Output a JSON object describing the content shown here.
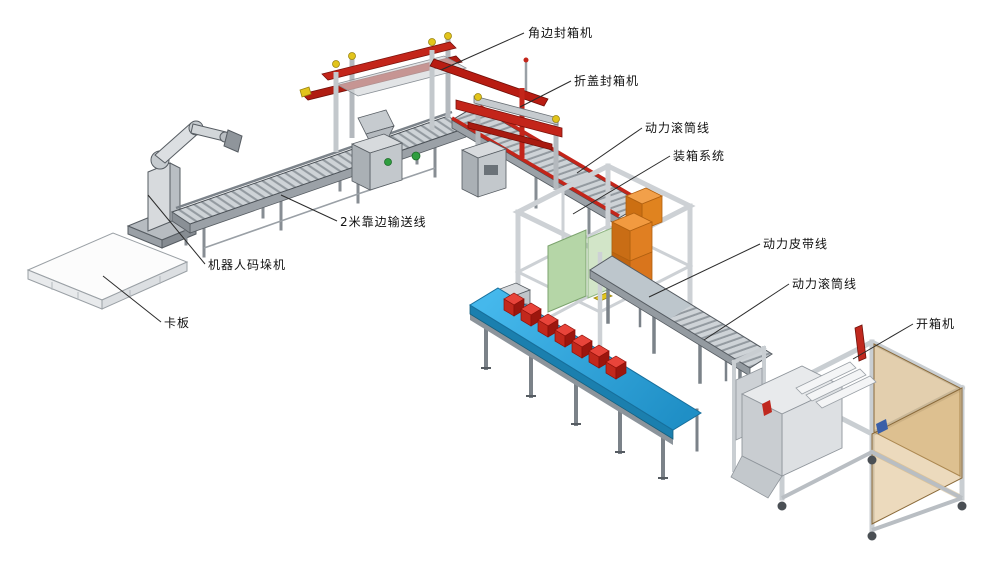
{
  "diagram": {
    "labels": [
      {
        "id": "corner-sealer",
        "text": "角边封箱机"
      },
      {
        "id": "flap-sealer",
        "text": "折盖封箱机"
      },
      {
        "id": "power-roller-line-top",
        "text": "动力滚筒线"
      },
      {
        "id": "case-packing-system",
        "text": "装箱系统"
      },
      {
        "id": "power-belt-line",
        "text": "动力皮带线"
      },
      {
        "id": "power-roller-line-right",
        "text": "动力滚筒线"
      },
      {
        "id": "carton-erector",
        "text": "开箱机"
      },
      {
        "id": "edge-conveyor-2m",
        "text": "2米靠边输送线"
      },
      {
        "id": "robot-palletizer",
        "text": "机器人码垛机"
      },
      {
        "id": "pallet",
        "text": "卡板"
      }
    ],
    "colors": {
      "background": "#ffffff",
      "machine_red": "#c3251a",
      "belt_blue": "#2ba7e0",
      "carton_orange": "#e8882a",
      "product_red": "#d93226",
      "frame_gray": "#c9ced2",
      "panel_green": "#b5d6a7",
      "panel_amber": "#c8a05e",
      "accent_yellow": "#e2c41c"
    }
  }
}
